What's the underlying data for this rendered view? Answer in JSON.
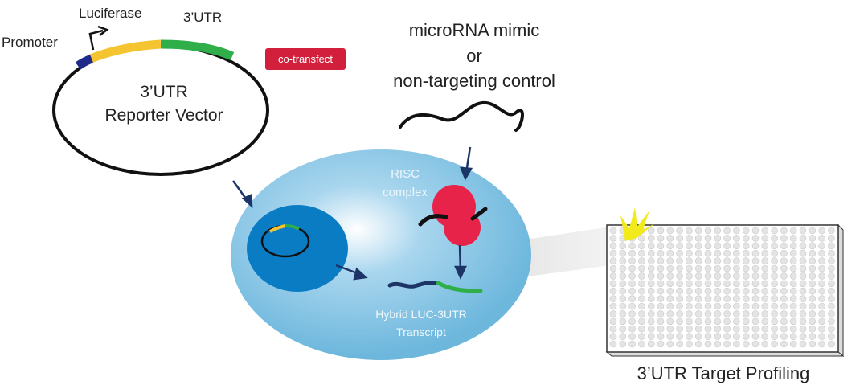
{
  "vector": {
    "promoter_label": "Promoter",
    "luciferase_label": "Luciferase",
    "utr_label": "3’UTR",
    "title_line1": "3’UTR",
    "title_line2": "Reporter Vector"
  },
  "cotransfect_label": "co-transfect",
  "mimic": {
    "line1": "microRNA mimic",
    "line2": "or",
    "line3": "non-targeting control"
  },
  "cell": {
    "risc_line1": "RISC",
    "risc_line2": "complex",
    "transcript_line1": "Hybrid LUC-3UTR",
    "transcript_line2": "Transcript"
  },
  "plate": {
    "caption": "3’UTR Target Profiling"
  },
  "colors": {
    "promoter": "#1f2a8a",
    "luciferase": "#f5c431",
    "utr": "#2fae4a",
    "cotransfect": "#d21f3c",
    "cell": "#7cc0e0",
    "nucleus": "#0a7cc4",
    "risc": "#e8234a",
    "arrow": "#1c3566",
    "flash": "#f2ea1a"
  }
}
